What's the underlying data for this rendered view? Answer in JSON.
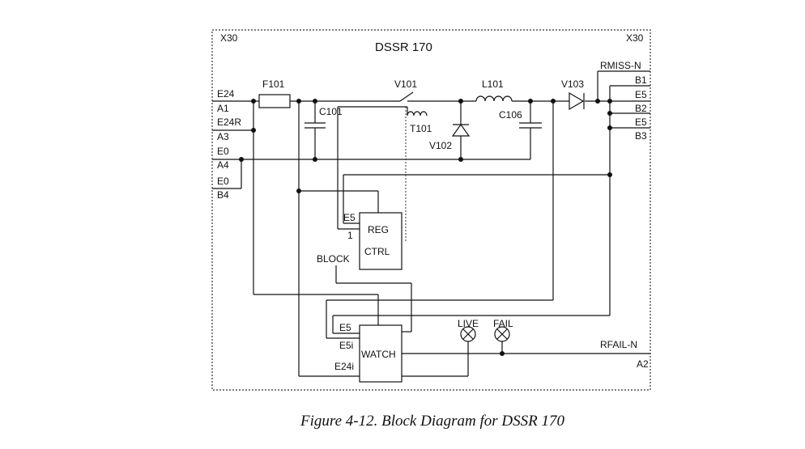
{
  "diagram": {
    "title": "DSSR 170",
    "connector_left": "X30",
    "connector_right": "X30",
    "left_pins": [
      "E24",
      "A1",
      "E24R",
      "A3",
      "E0",
      "A4",
      "E0",
      "B4"
    ],
    "right_pins": [
      "RMISS-N",
      "B1",
      "E5",
      "B2",
      "E5",
      "B3",
      "RFAIL-N",
      "A2"
    ],
    "components": {
      "fuse": "F101",
      "cap1": "C101",
      "switch": "V101",
      "transformer": "T101",
      "diode1": "V102",
      "inductor": "L101",
      "cap2": "C106",
      "diode2": "V103"
    },
    "reg_block": {
      "line1": "REG",
      "line2": "CTRL",
      "pin_e5": "E5",
      "pin_1": "1",
      "pin_block": "BLOCK"
    },
    "watch_block": {
      "label": "WATCH",
      "pin_e5": "E5",
      "pin_e5i": "E5i",
      "pin_e24i": "E24i"
    },
    "lamps": {
      "live": "LIVE",
      "fail": "FAIL"
    }
  },
  "caption": "Figure 4-12. Block Diagram for DSSR 170"
}
